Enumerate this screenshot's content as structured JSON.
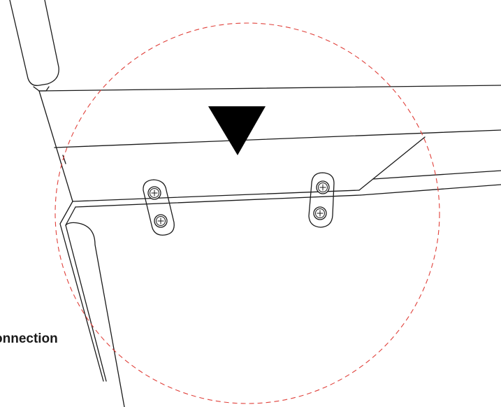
{
  "label": {
    "text": "onnection"
  },
  "colors": {
    "line": "#1a1a1a",
    "detail_circle": "#e0403a",
    "background": "#ffffff",
    "arrow": "#000000"
  },
  "icons": {
    "direction": "down-arrow-triangle",
    "screw": "phillips-screw"
  }
}
